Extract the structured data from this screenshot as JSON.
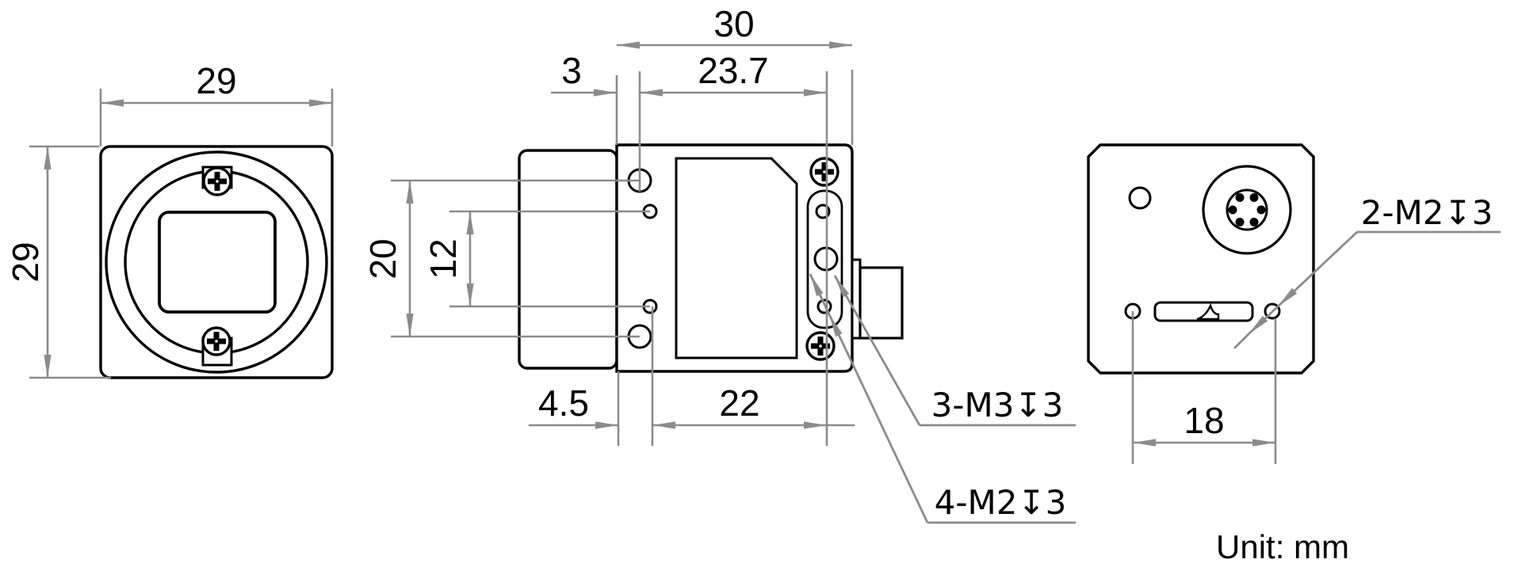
{
  "drawing": {
    "unit_note": "Unit:  mm",
    "front_view": {
      "width_dim": "29",
      "height_dim": "29"
    },
    "side_view": {
      "overall_width_dim": "30",
      "m3_hole_offset_dim": "3",
      "m3_hole_spacing_dim": "23.7",
      "m3_vertical_spacing_dim": "20",
      "m2_vertical_spacing_dim": "12",
      "m2_hole_offset_dim": "4.5",
      "m2_hole_spacing_dim": "22",
      "m3_thread_callout": "3-M3↧3",
      "m2_thread_callout": "4-M2↧3"
    },
    "back_view": {
      "hole_spacing_dim": "18",
      "thread_callout": "2-M2↧3"
    },
    "colors": {
      "outline": "#000000",
      "dimension": "#8b8b8b",
      "background": "#ffffff"
    }
  }
}
